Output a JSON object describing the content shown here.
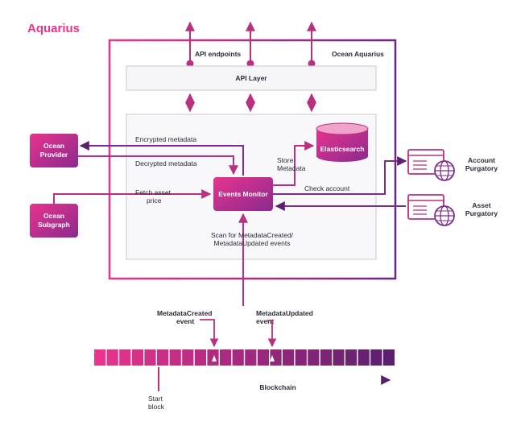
{
  "title": "Aquarius",
  "labels": {
    "api_endpoints": "API endpoints",
    "ocean_aquarius": "Ocean Aquarius",
    "api_layer": "API Layer",
    "encrypted_metadata": "Encrypted metadata",
    "decrypted_metadata": "Decrypted metadata",
    "fetch_asset_price_1": "Fetch asset",
    "fetch_asset_price_2": "price",
    "store_metadata_1": "Store",
    "store_metadata_2": "Metadata",
    "check_account": "Check account",
    "scan_1": "Scan for MetadataCreated/",
    "scan_2": "MetadataUpdated events",
    "metadata_created_1": "MetadataCreated",
    "metadata_created_2": "event",
    "metadata_updated_1": "MetadataUpdated",
    "metadata_updated_2": "event",
    "blockchain": "Blockchain",
    "start_block_1": "Start",
    "start_block_2": "block"
  },
  "nodes": {
    "ocean_provider_1": "Ocean",
    "ocean_provider_2": "Provider",
    "ocean_subgraph_1": "Ocean",
    "ocean_subgraph_2": "Subgraph",
    "events_monitor": "Events Monitor",
    "elasticsearch": "Elasticsearch",
    "account_purgatory_1": "Account",
    "account_purgatory_2": "Purgatory",
    "asset_purgatory_1": "Asset",
    "asset_purgatory_2": "Purgatory"
  },
  "colors": {
    "pink": "#e8348d",
    "purple": "#7b2d8b",
    "dark_purple": "#5b1f6e"
  }
}
